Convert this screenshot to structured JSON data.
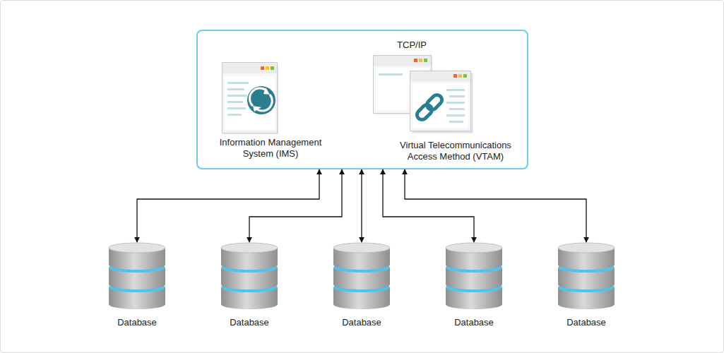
{
  "diagram": {
    "nodes": [
      {
        "text": []
      },
      {
        "text": [
          "Information Management System (IMS)"
        ],
        "in": 0
      },
      {
        "text": [
          "TCP/IP",
          "Virtual Telecommunications Access Method (VTAM)"
        ],
        "in": 0
      },
      {
        "text": [
          "Database"
        ]
      },
      {
        "text": [
          "Database"
        ]
      },
      {
        "text": [
          "Database"
        ]
      },
      {
        "text": [
          "Database"
        ]
      },
      {
        "text": [
          "Database"
        ]
      }
    ],
    "edges": [
      {
        "from": 0,
        "to": 3,
        "arrow": "both"
      },
      {
        "from": 0,
        "to": 4,
        "arrow": "both"
      },
      {
        "from": 0,
        "to": 5,
        "arrow": "both"
      },
      {
        "from": 0,
        "to": 6,
        "arrow": "both"
      },
      {
        "from": 0,
        "to": 7,
        "arrow": "both"
      }
    ]
  }
}
